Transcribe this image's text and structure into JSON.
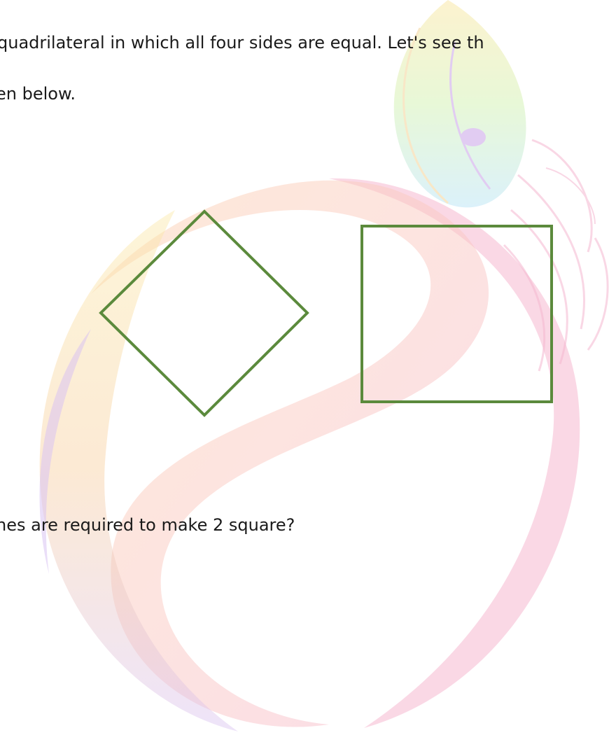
{
  "text": {
    "line1": "quadrilateral in which all four sides are equal. Let's see th",
    "line2": "en below.",
    "line3": "nes are required to make 2 square?"
  },
  "colors": {
    "shape_stroke": "#5b8a3c",
    "text": "#1a1a1a",
    "watermark_pink": "#f5b8d0",
    "watermark_orange": "#fbd3b0",
    "watermark_purple": "#d9c2f2",
    "watermark_yellow": "#fbe9a8",
    "feather_green": "#d6f3b8",
    "feather_blue": "#bfe7f7"
  },
  "shapes": [
    {
      "type": "square",
      "orientation": "rotated-45"
    },
    {
      "type": "square",
      "orientation": "upright"
    }
  ]
}
